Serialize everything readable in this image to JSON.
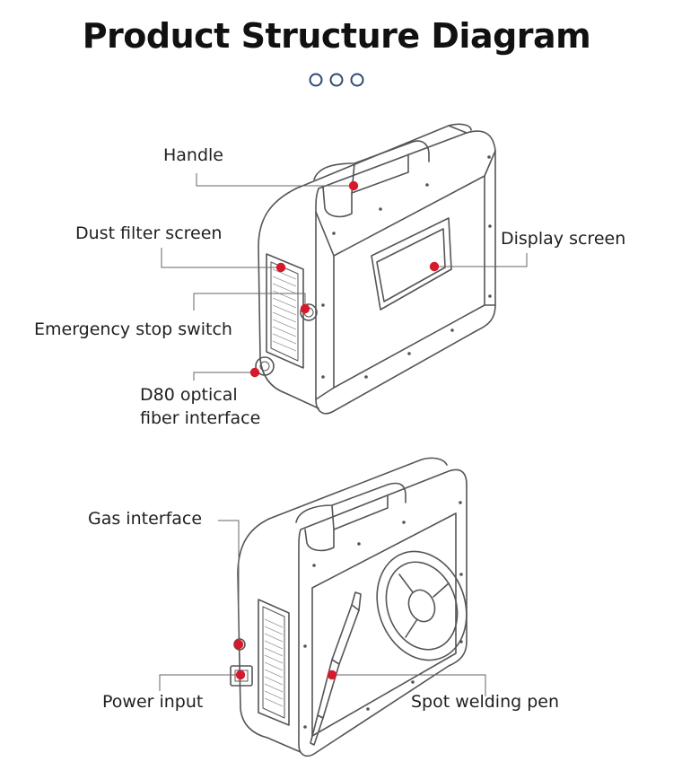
{
  "title": "Product Structure Diagram",
  "colors": {
    "callout_dot": "#d6192b",
    "title_dots": "#2c4a73",
    "line": "#666666"
  },
  "top_view": {
    "labels": {
      "handle": "Handle",
      "dust_filter": "Dust filter screen",
      "display": "Display screen",
      "estop": "Emergency stop switch",
      "fiber_line1": "D80 optical",
      "fiber_line2": "fiber interface"
    }
  },
  "bottom_view": {
    "labels": {
      "gas": "Gas interface",
      "power": "Power input",
      "pen": "Spot welding pen"
    }
  }
}
